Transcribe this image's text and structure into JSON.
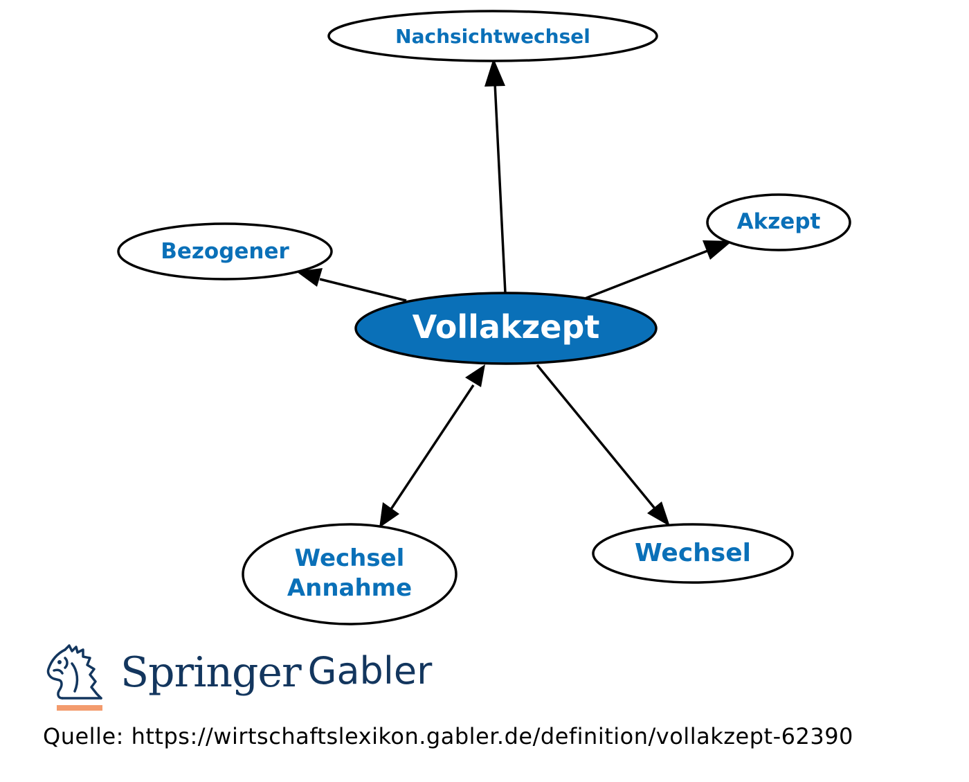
{
  "diagram": {
    "center": {
      "label": "Vollakzept"
    },
    "nodes": {
      "nachsichtwechsel": {
        "label": "Nachsichtwechsel"
      },
      "akzept": {
        "label": "Akzept"
      },
      "bezogener": {
        "label": "Bezogener"
      },
      "wechsel_annahme": {
        "line1": "Wechsel",
        "line2": "Annahme"
      },
      "wechsel": {
        "label": "Wechsel"
      }
    },
    "colors": {
      "center_fill": "#0a70b8",
      "label_text": "#0a70b8",
      "edge": "#000000"
    }
  },
  "logo": {
    "brand": "Springer",
    "sub": "Gabler",
    "icon": "knight-horse-icon"
  },
  "footer": {
    "source": "Quelle: https://wirtschaftslexikon.gabler.de/definition/vollakzept-62390"
  }
}
